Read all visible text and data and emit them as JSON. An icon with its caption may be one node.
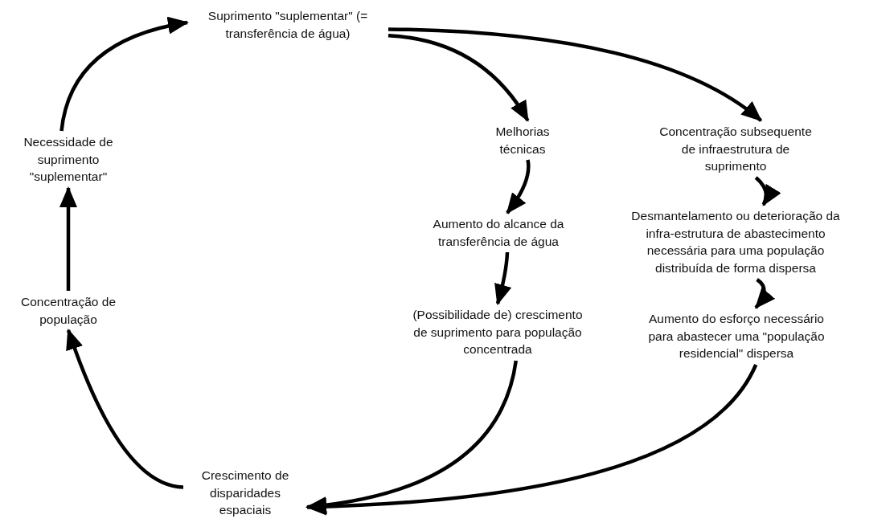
{
  "diagram": {
    "nodes": [
      {
        "text": [
          "Suprimento \"suplementar\" (= transferência de água)"
        ]
      },
      {
        "text": [
          "Melhorias técnicas"
        ]
      },
      {
        "text": [
          "Concentração subsequente de infraestrutura de suprimento"
        ]
      },
      {
        "text": [
          "Aumento do alcance da transferência de água"
        ]
      },
      {
        "text": [
          "Desmantelamento ou deterioração da infra-estrutura de abastecimento necessária para uma população distribuída de forma dispersa"
        ]
      },
      {
        "text": [
          "(Possibilidade de) crescimento de suprimento para população concentrada"
        ]
      },
      {
        "text": [
          "Aumento do esforço necessário para abastecer uma \"população residencial\" dispersa"
        ]
      },
      {
        "text": [
          "Crescimento de disparidades espaciais"
        ]
      },
      {
        "text": [
          "Concentração de população"
        ]
      },
      {
        "text": [
          "Necessidade de suprimento \"suplementar\""
        ]
      }
    ],
    "edges": [
      {
        "from": 0,
        "to": 1,
        "arrow": "to"
      },
      {
        "from": 0,
        "to": 2,
        "arrow": "to"
      },
      {
        "from": 1,
        "to": 3,
        "arrow": "to"
      },
      {
        "from": 3,
        "to": 5,
        "arrow": "to"
      },
      {
        "from": 2,
        "to": 4,
        "arrow": "to"
      },
      {
        "from": 4,
        "to": 6,
        "arrow": "to"
      },
      {
        "from": 5,
        "to": 7,
        "arrow": "to"
      },
      {
        "from": 6,
        "to": 7,
        "arrow": "to"
      },
      {
        "from": 7,
        "to": 8,
        "arrow": "to"
      },
      {
        "from": 8,
        "to": 9,
        "arrow": "to"
      },
      {
        "from": 9,
        "to": 0,
        "arrow": "to"
      }
    ]
  }
}
